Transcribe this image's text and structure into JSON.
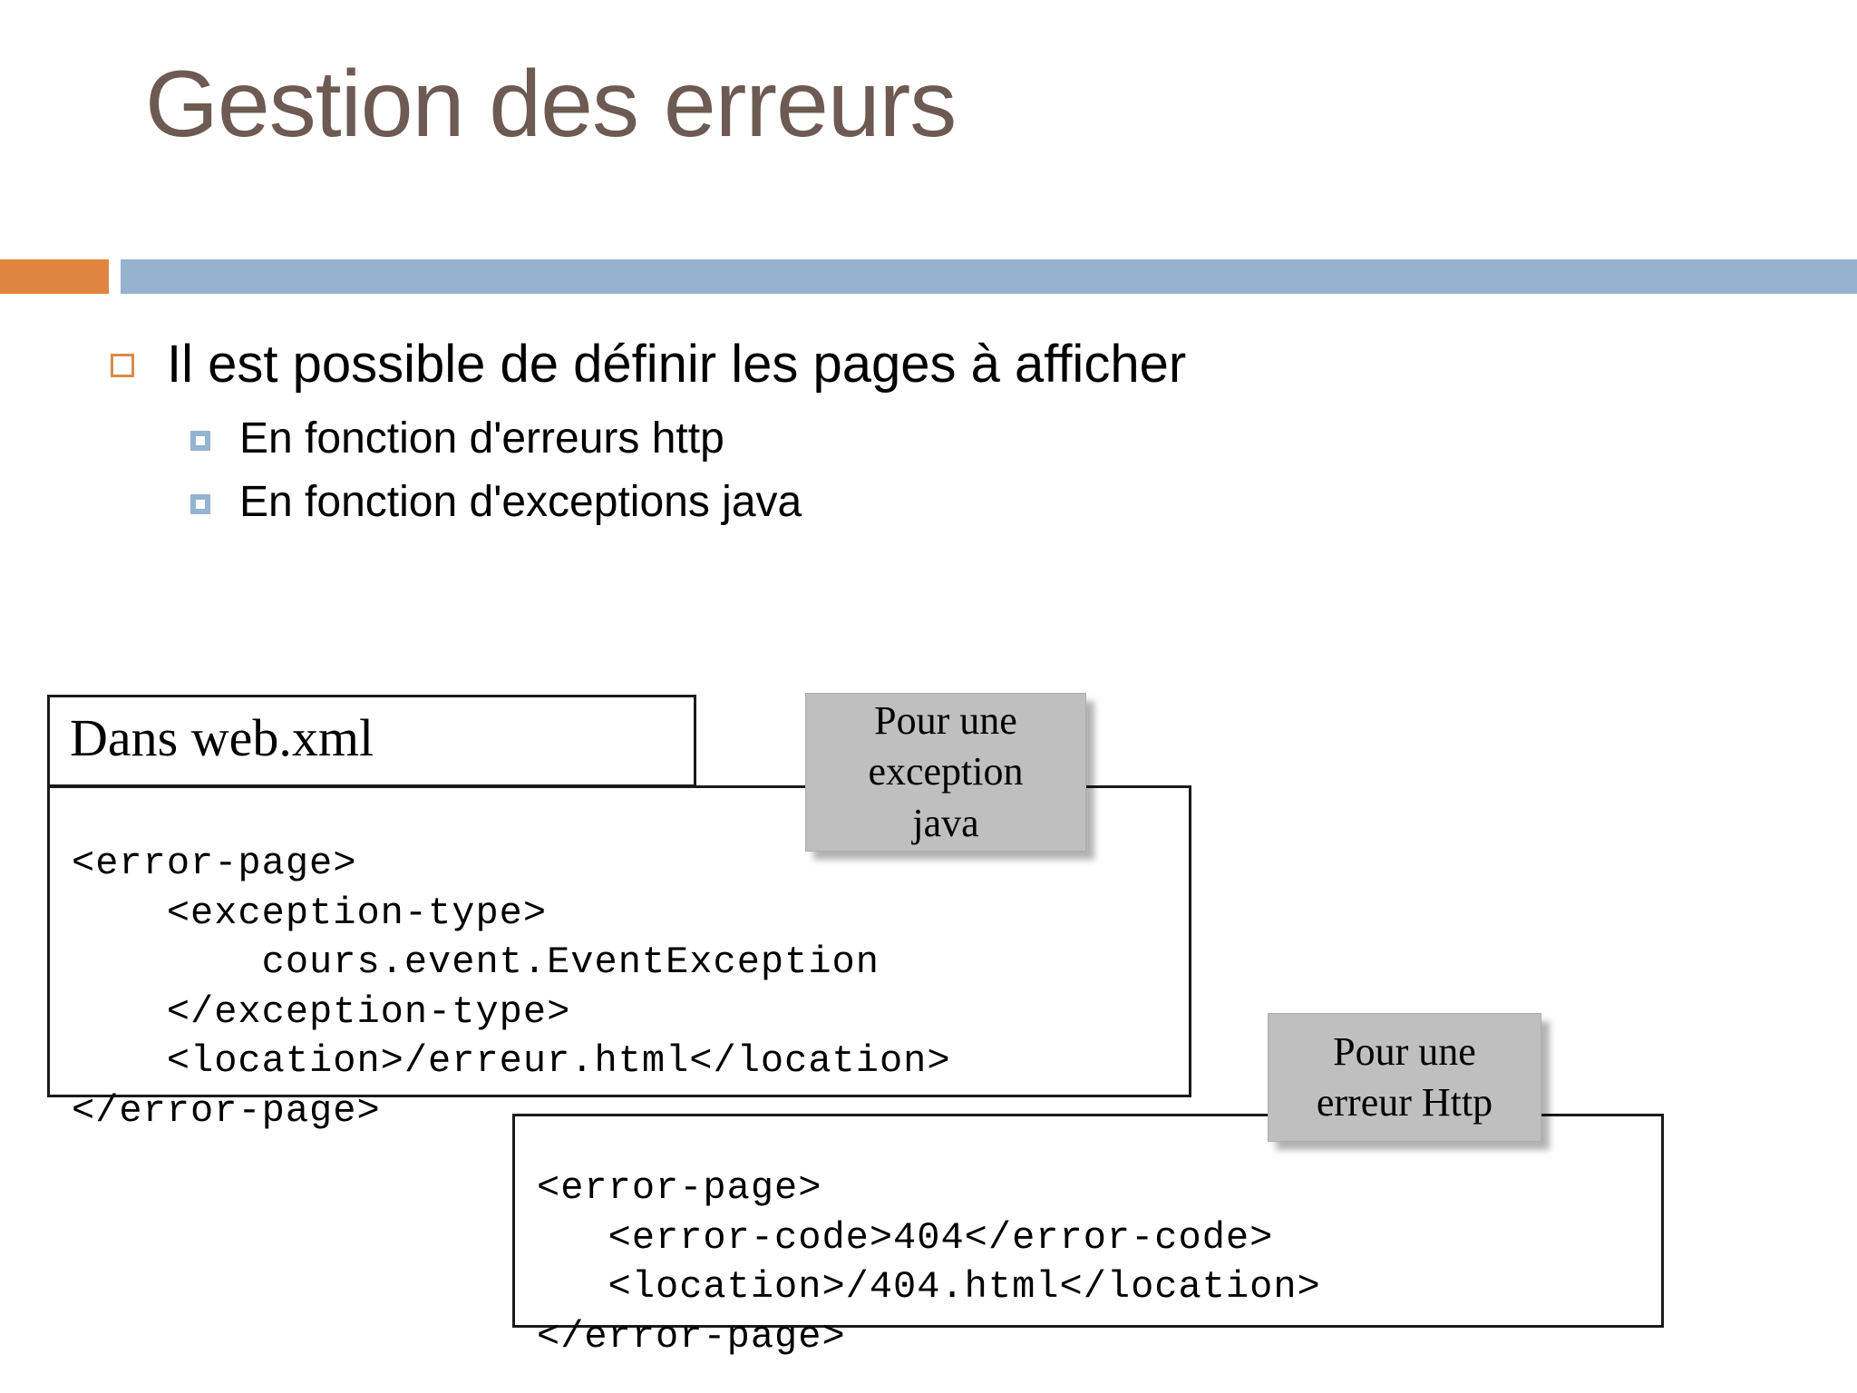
{
  "slide": {
    "title": "Gestion des erreurs",
    "accent": {
      "orange": "#E0853F",
      "blue": "#95B3CE",
      "title_color": "#6D5A52",
      "callout_gray": "#BFBFBF"
    }
  },
  "bullets": {
    "level1": [
      {
        "marker": "hollow-orange-square",
        "text": "Il est possible de définir les pages à afficher"
      }
    ],
    "level2": [
      {
        "marker": "blue-square",
        "text": "En fonction d'erreurs http"
      },
      {
        "marker": "blue-square",
        "text": "En fonction d'exceptions java"
      }
    ]
  },
  "webxml": {
    "header_label": "Dans web.xml"
  },
  "code_blocks": [
    {
      "id": "exception-type",
      "code": "<error-page>\n    <exception-type>\n        cours.event.EventException\n    </exception-type>\n    <location>/erreur.html</location>\n</error-page>"
    },
    {
      "id": "error-code",
      "code": "<error-page>\n   <error-code>404</error-code>\n   <location>/404.html</location>\n</error-page>"
    }
  ],
  "callouts": [
    {
      "id": "exception-java",
      "text": "Pour une\nexception\njava"
    },
    {
      "id": "erreur-http",
      "text": "Pour une\nerreur Http"
    }
  ]
}
